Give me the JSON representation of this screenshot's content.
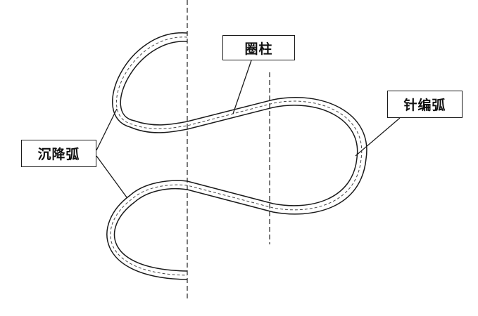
{
  "labels": {
    "loop_pillar": "圈柱",
    "needle_arc": "针编弧",
    "sinker_arc": "沉降弧"
  },
  "colors": {
    "stroke": "#1a1a1a",
    "background": "#ffffff"
  }
}
